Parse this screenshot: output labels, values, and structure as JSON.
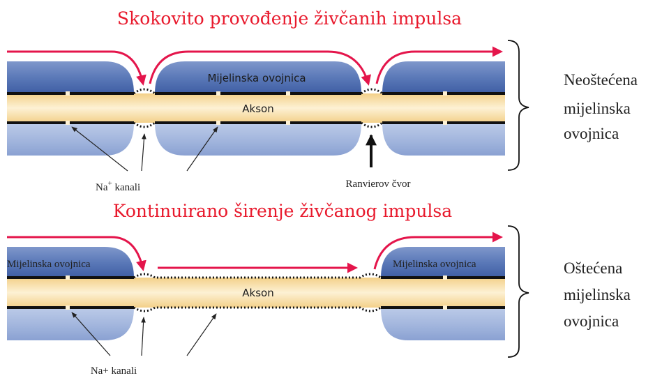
{
  "top_title": "Skokovito provođenje živčanih impulsa",
  "bottom_title": "Kontinuirano širenje živčanog impulsa",
  "top_diagram": {
    "myelin_label": "Mijelinska ovojnica",
    "axon_label": "Akson",
    "na_channels_label_main": "Na",
    "na_channels_label_sup": "+",
    "na_channels_label_rest": " kanali",
    "node_label": "Ranvierov čvor",
    "side_label": [
      "Neoštećena",
      "mijelinska",
      "ovojnica"
    ]
  },
  "bottom_diagram": {
    "myelin_left_label": "Mijelinska ovojnica",
    "myelin_right_label": "Mijelinska ovojnica",
    "axon_label": "Akson",
    "na_channels_label": "Na+ kanali",
    "side_label": [
      "Oštećena",
      "mijelinska",
      "ovojnica"
    ]
  },
  "colors": {
    "title_red": "#e8192c",
    "impulse_arrow": "#e4154b",
    "myelin_blue": "#5b79b8",
    "axon_yellow": "#f6d99a"
  }
}
